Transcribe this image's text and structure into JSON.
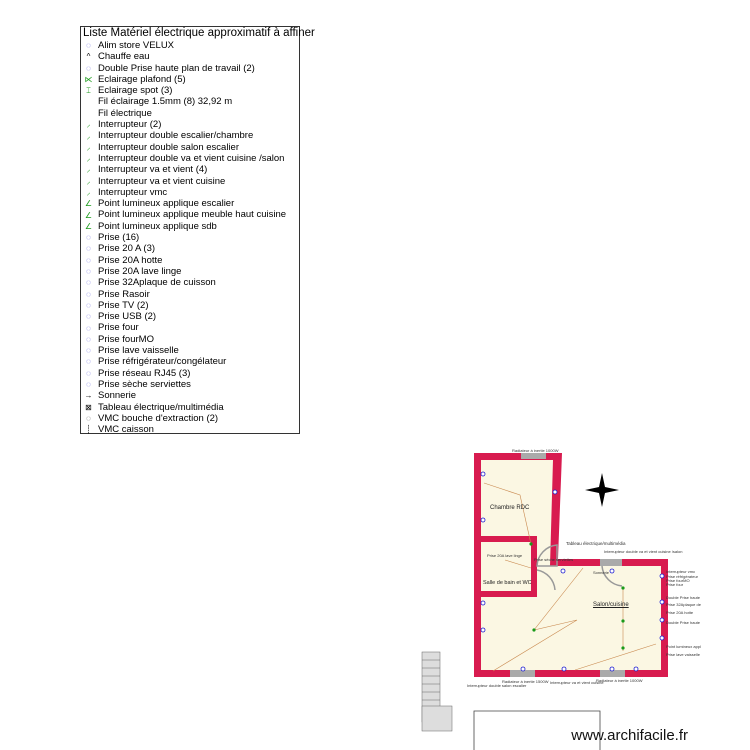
{
  "legend": {
    "title": "Liste Matériel électrique approximatif à affiner",
    "items": [
      {
        "label": "Alim store VELUX",
        "icon": "dotted-circle-icon",
        "color": "#1a1ad0"
      },
      {
        "label": "Chauffe eau",
        "icon": "water-heater-icon",
        "color": "#000000"
      },
      {
        "label": "Double Prise haute plan de travail (2)",
        "icon": "dotted-circle-icon",
        "color": "#1a1ad0"
      },
      {
        "label": "Eclairage plafond (5)",
        "icon": "ceiling-light-icon",
        "color": "#1a9a1a"
      },
      {
        "label": "Eclairage spot (3)",
        "icon": "spot-light-icon",
        "color": "#1a9a1a"
      },
      {
        "label": "Fil éclairage 1.5mm (8) 32,92 m",
        "icon": "",
        "color": ""
      },
      {
        "label": "Fil électrique",
        "icon": "",
        "color": ""
      },
      {
        "label": "Interrupteur (2)",
        "icon": "switch-icon",
        "color": "#1a9a1a"
      },
      {
        "label": "Interrupteur double escalier/chambre",
        "icon": "switch-icon",
        "color": "#1a9a1a"
      },
      {
        "label": "Interrupteur double salon escalier",
        "icon": "switch-icon",
        "color": "#1a9a1a"
      },
      {
        "label": "Interrupteur double va et vient cuisine /salon",
        "icon": "switch-icon",
        "color": "#1a9a1a"
      },
      {
        "label": "Interrupteur va et vient (4)",
        "icon": "switch-icon",
        "color": "#1a9a1a"
      },
      {
        "label": "Interrupteur va et vient cuisine",
        "icon": "switch-icon",
        "color": "#1a9a1a"
      },
      {
        "label": "Interrupteur vmc",
        "icon": "switch-icon",
        "color": "#1a9a1a"
      },
      {
        "label": "Point lumineux applique escalier",
        "icon": "wall-light-icon",
        "color": "#1a9a1a"
      },
      {
        "label": "Point lumineux applique meuble haut cuisine",
        "icon": "wall-light-icon",
        "color": "#1a9a1a"
      },
      {
        "label": "Point lumineux applique sdb",
        "icon": "wall-light-icon",
        "color": "#1a9a1a"
      },
      {
        "label": "Prise (16)",
        "icon": "socket-icon",
        "color": "#1a1ad0"
      },
      {
        "label": "Prise 20 A (3)",
        "icon": "socket-icon",
        "color": "#1a1ad0"
      },
      {
        "label": "Prise 20A hotte",
        "icon": "socket-icon",
        "color": "#1a1ad0"
      },
      {
        "label": "Prise 20A lave linge",
        "icon": "socket-icon",
        "color": "#1a1ad0"
      },
      {
        "label": "Prise 32Aplaque de cuisson",
        "icon": "socket-icon",
        "color": "#1a1ad0"
      },
      {
        "label": "Prise Rasoir",
        "icon": "socket-icon",
        "color": "#1a1ad0"
      },
      {
        "label": "Prise TV (2)",
        "icon": "socket-icon",
        "color": "#1a1ad0"
      },
      {
        "label": "Prise USB (2)",
        "icon": "socket-icon",
        "color": "#1a1ad0"
      },
      {
        "label": "Prise four",
        "icon": "socket-icon",
        "color": "#1a1ad0"
      },
      {
        "label": "Prise fourMO",
        "icon": "socket-icon",
        "color": "#1a1ad0"
      },
      {
        "label": "Prise lave vaisselle",
        "icon": "socket-icon",
        "color": "#1a1ad0"
      },
      {
        "label": "Prise réfrigérateur/congélateur",
        "icon": "socket-icon",
        "color": "#1a1ad0"
      },
      {
        "label": "Prise réseau RJ45 (3)",
        "icon": "socket-icon",
        "color": "#1a1ad0"
      },
      {
        "label": "Prise sèche serviettes",
        "icon": "socket-icon",
        "color": "#1a1ad0"
      },
      {
        "label": "Sonnerie",
        "icon": "bell-icon",
        "color": "#000000"
      },
      {
        "label": "Tableau électrique/multimédia",
        "icon": "panel-icon",
        "color": "#000000"
      },
      {
        "label": "VMC bouche d'extraction (2)",
        "icon": "vent-icon",
        "color": "#000000"
      },
      {
        "label": "VMC caisson",
        "icon": "vmc-box-icon",
        "color": "#000000"
      }
    ]
  },
  "plan": {
    "wall_color": "#d81b4f",
    "floor_color": "#fbf7e3",
    "rooms": [
      "Chambre RDC",
      "Salle de bain et WC",
      "Salon/cuisine"
    ],
    "labels": {
      "top_radiator": "Radiateur à inertie 1000W",
      "panel": "Tableau électrique/multimédia",
      "double_switch": "Interrupteur double va et vient cuisine /salon",
      "bell": "Sonnerie",
      "washer": "Prise 20A lave linge",
      "towel": "Prise sèche serviettes",
      "bottom_radiator_left": "Radiateur à inertie 1500W",
      "bottom_switch": "Interrupteur va et vient cuisine",
      "bottom_radiator_right": "Radiateur à inertie 1000W",
      "salon_switch": "Interrupteur double salon escalier",
      "right": [
        "Interrupteur vmc",
        "Prise réfrigérateur",
        "Prise fourMO",
        "Prise four",
        "Double Prise haute",
        "Prise 32Aplaque de",
        "Prise 20A hotte",
        "Double Prise haute",
        "Point lumineux appl",
        "Prise lave vaisselle"
      ]
    }
  },
  "watermark": "www.archifacile.fr"
}
